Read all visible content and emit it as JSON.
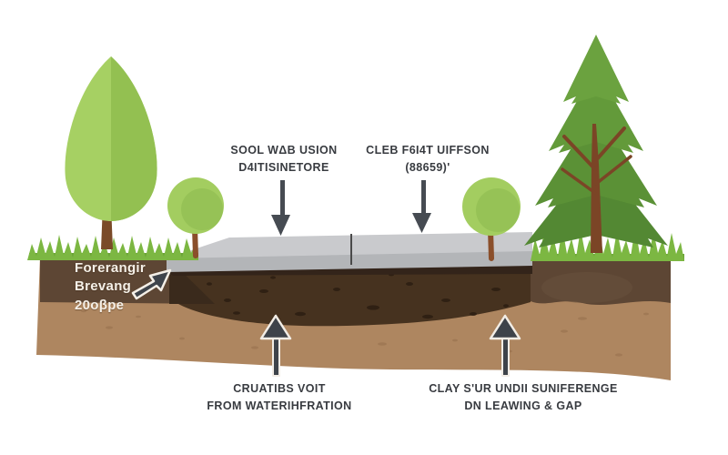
{
  "figure": {
    "type": "foundation-slab-soil-cross-section-illustration",
    "background": "#ffffff"
  },
  "labels": {
    "top_left": {
      "line1": "SOOL WΔB USION",
      "line2": "D4ITISINETORE"
    },
    "top_right": {
      "line1": "CLEB F6I4T UIFFSON",
      "line2": "(88659)'"
    },
    "bottom_left": {
      "line1": "CRUATIBS VOIT",
      "line2": "FROM WATERIHFRATION"
    },
    "bottom_right": {
      "line1": "CLAY S'UR UNDII SUNIFERENGE",
      "line2": "DN LEAWING & GAP"
    },
    "soil_left": {
      "line1": "Forerangir",
      "line2": "Brevang",
      "line3": "20oβpe"
    }
  },
  "icons": {
    "down_arrow": "▼",
    "up_arrow": "▲",
    "up_right_arrow": "↗"
  },
  "colors": {
    "grass_green": "#7cb742",
    "grass_shadow": "#69a136",
    "tree_canopy_light": "#a6d063",
    "tree_canopy_dark": "#8fbd4d",
    "pine_green": "#6ba23f",
    "trunk_brown": "#7a4a28",
    "soil_light": "#ae8660",
    "soil_dark": "#5d4634",
    "void_dark": "#46321f",
    "slab_top_gray": "#c9cacd",
    "slab_front_gray": "#b3b5b8",
    "arrow_dark": "#464b52",
    "label_text": "#383b40",
    "soil_label_text": "#f5f0e8"
  }
}
